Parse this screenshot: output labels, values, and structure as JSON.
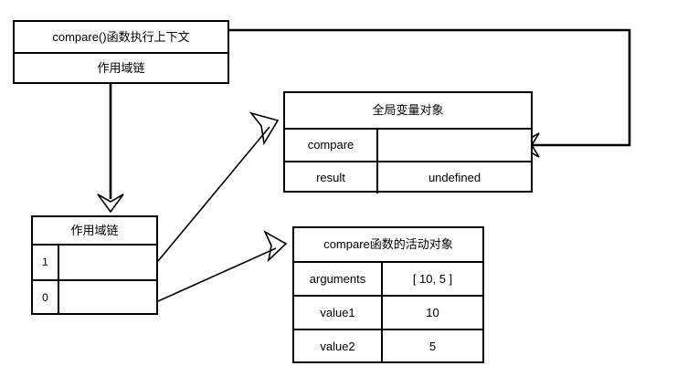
{
  "diagram": {
    "title": "JavaScript compare() execution context scope chain diagram",
    "nodes": {
      "execution_context": {
        "name": "compare-execution-context",
        "rows": [
          {
            "label": "compare()函数执行上下文"
          },
          {
            "label": "作用域链"
          }
        ]
      },
      "scope_chain": {
        "name": "scope-chain-table",
        "header": "作用域链",
        "rows": [
          {
            "index": "1",
            "value": ""
          },
          {
            "index": "0",
            "value": ""
          }
        ]
      },
      "global_variable_object": {
        "name": "global-variable-object-table",
        "header": "全局变量对象",
        "rows": [
          {
            "key": "compare",
            "value": ""
          },
          {
            "key": "result",
            "value": "undefined"
          }
        ]
      },
      "activation_object": {
        "name": "compare-activation-object-table",
        "header": "compare函数的活动对象",
        "rows": [
          {
            "key": "arguments",
            "value": "[ 10, 5 ]"
          },
          {
            "key": "value1",
            "value": "10"
          },
          {
            "key": "value2",
            "value": "5"
          }
        ]
      }
    },
    "connectors": [
      {
        "name": "context-to-global-compare-link",
        "from": "execution-context",
        "to": "global-variable-object-compare-row",
        "style": "orthogonal",
        "arrow": "hollow-open"
      },
      {
        "name": "context-to-scope-chain-link",
        "from": "execution-context-scope-chain-row",
        "to": "scope-chain-table",
        "style": "vertical",
        "arrow": "hollow-open"
      },
      {
        "name": "scope-slot-1-to-global-link",
        "from": "scope-chain-row-1",
        "to": "global-variable-object",
        "style": "diagonal",
        "arrow": "hollow-open"
      },
      {
        "name": "scope-slot-0-to-activation-link",
        "from": "scope-chain-row-0",
        "to": "activation-object",
        "style": "diagonal",
        "arrow": "hollow-open"
      }
    ],
    "colors": {
      "background": "#ffffff",
      "stroke": "#000000",
      "text": "#000000"
    }
  }
}
